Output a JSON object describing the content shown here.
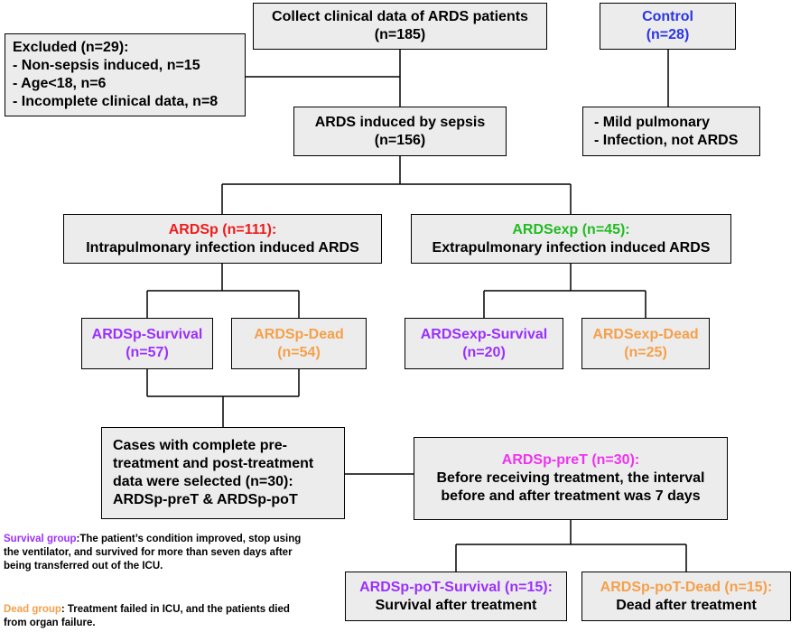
{
  "collect": {
    "line1": "Collect clinical data of ARDS patients",
    "line2": "(n=185)"
  },
  "control": {
    "line1": "Control",
    "line2": "(n=28)"
  },
  "control_detail": {
    "line1": "- Mild pulmonary",
    "line2": "- Infection, not ARDS"
  },
  "excluded": {
    "title": "Excluded (n=29):",
    "items": [
      "- Non-sepsis induced, n=15",
      "- Age<18, n=6",
      "- Incomplete clinical data, n=8"
    ]
  },
  "sepsis": {
    "line1": "ARDS induced by sepsis",
    "line2": "(n=156)"
  },
  "ardsp": {
    "title": "ARDSp (n=111):",
    "desc": "Intrapulmonary infection induced ARDS"
  },
  "ardsexp": {
    "title": "ARDSexp (n=45):",
    "desc": "Extrapulmonary infection induced ARDS"
  },
  "ardsp_survival": {
    "line1": "ARDSp-Survival",
    "line2": "(n=57)"
  },
  "ardsp_dead": {
    "line1": "ARDSp-Dead",
    "line2": "(n=54)"
  },
  "ardsexp_survival": {
    "line1": "ARDSexp-Survival",
    "line2": "(n=20)"
  },
  "ardsexp_dead": {
    "line1": "ARDSexp-Dead",
    "line2": "(n=25)"
  },
  "selected": {
    "lines": [
      "Cases with complete pre-",
      "treatment and post-treatment",
      "data were selected (n=30):",
      "ARDSp-preT & ARDSp-poT"
    ]
  },
  "pret": {
    "title": "ARDSp-preT (n=30):",
    "lines": [
      "Before receiving treatment, the interval",
      "before and after treatment was 7 days"
    ]
  },
  "pot_survival": {
    "title": "ARDSp-poT-Survival (n=15):",
    "desc": "Survival after treatment"
  },
  "pot_dead": {
    "title": "ARDSp-poT-Dead (n=15):",
    "desc": "Dead after treatment"
  },
  "legend": {
    "survival_label": "Survival group",
    "survival_text": ":The patient’s condition improved, stop using  the ventilator, and survived for more than seven days after being transferred out of the ICU.",
    "dead_label": "Dead group",
    "dead_text": ": Treatment failed in ICU, and the patients died from organ failure."
  },
  "colors": {
    "survival": "#9b30ff",
    "dead": "#f5a04a",
    "ardsp": "#ee1c1c",
    "ardsexp": "#22bb22",
    "control": "#2b35e6",
    "pret": "#ee33ee",
    "box_fill": "#ececec"
  }
}
